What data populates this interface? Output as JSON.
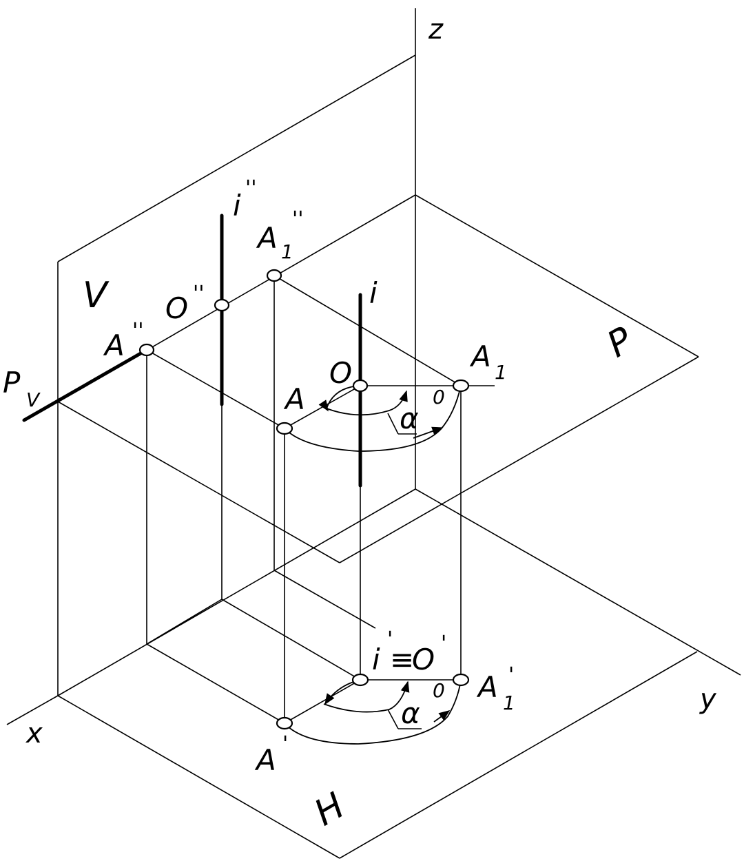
{
  "axes": {
    "x": "x",
    "y": "y",
    "z": "z"
  },
  "planes": {
    "V": "V",
    "H": "H",
    "P": "P",
    "trace": "P",
    "trace_sub": "V"
  },
  "points": {
    "i_dd": "i",
    "i_dd_mark": "''",
    "A1_dd": "A",
    "A1_dd_sub": "1",
    "A1_dd_mark": "''",
    "O_dd": "O",
    "O_dd_mark": "''",
    "A_dd": "A",
    "A_dd_mark": "''",
    "i": "i",
    "O": "O",
    "A": "A",
    "A1": "A",
    "A1_sub": "1",
    "i_d": "i",
    "i_d_mark": "'",
    "equiv": "≡",
    "O_d": "O",
    "O_d_mark": "'",
    "A1_d": "A",
    "A1_d_sub": "1",
    "A1_d_mark": "'",
    "A_d": "A",
    "A_d_mark": "'"
  },
  "angles": {
    "alpha": "α",
    "alpha_deg": "0",
    "alpha_low": "α",
    "alpha_low_deg": "0"
  }
}
